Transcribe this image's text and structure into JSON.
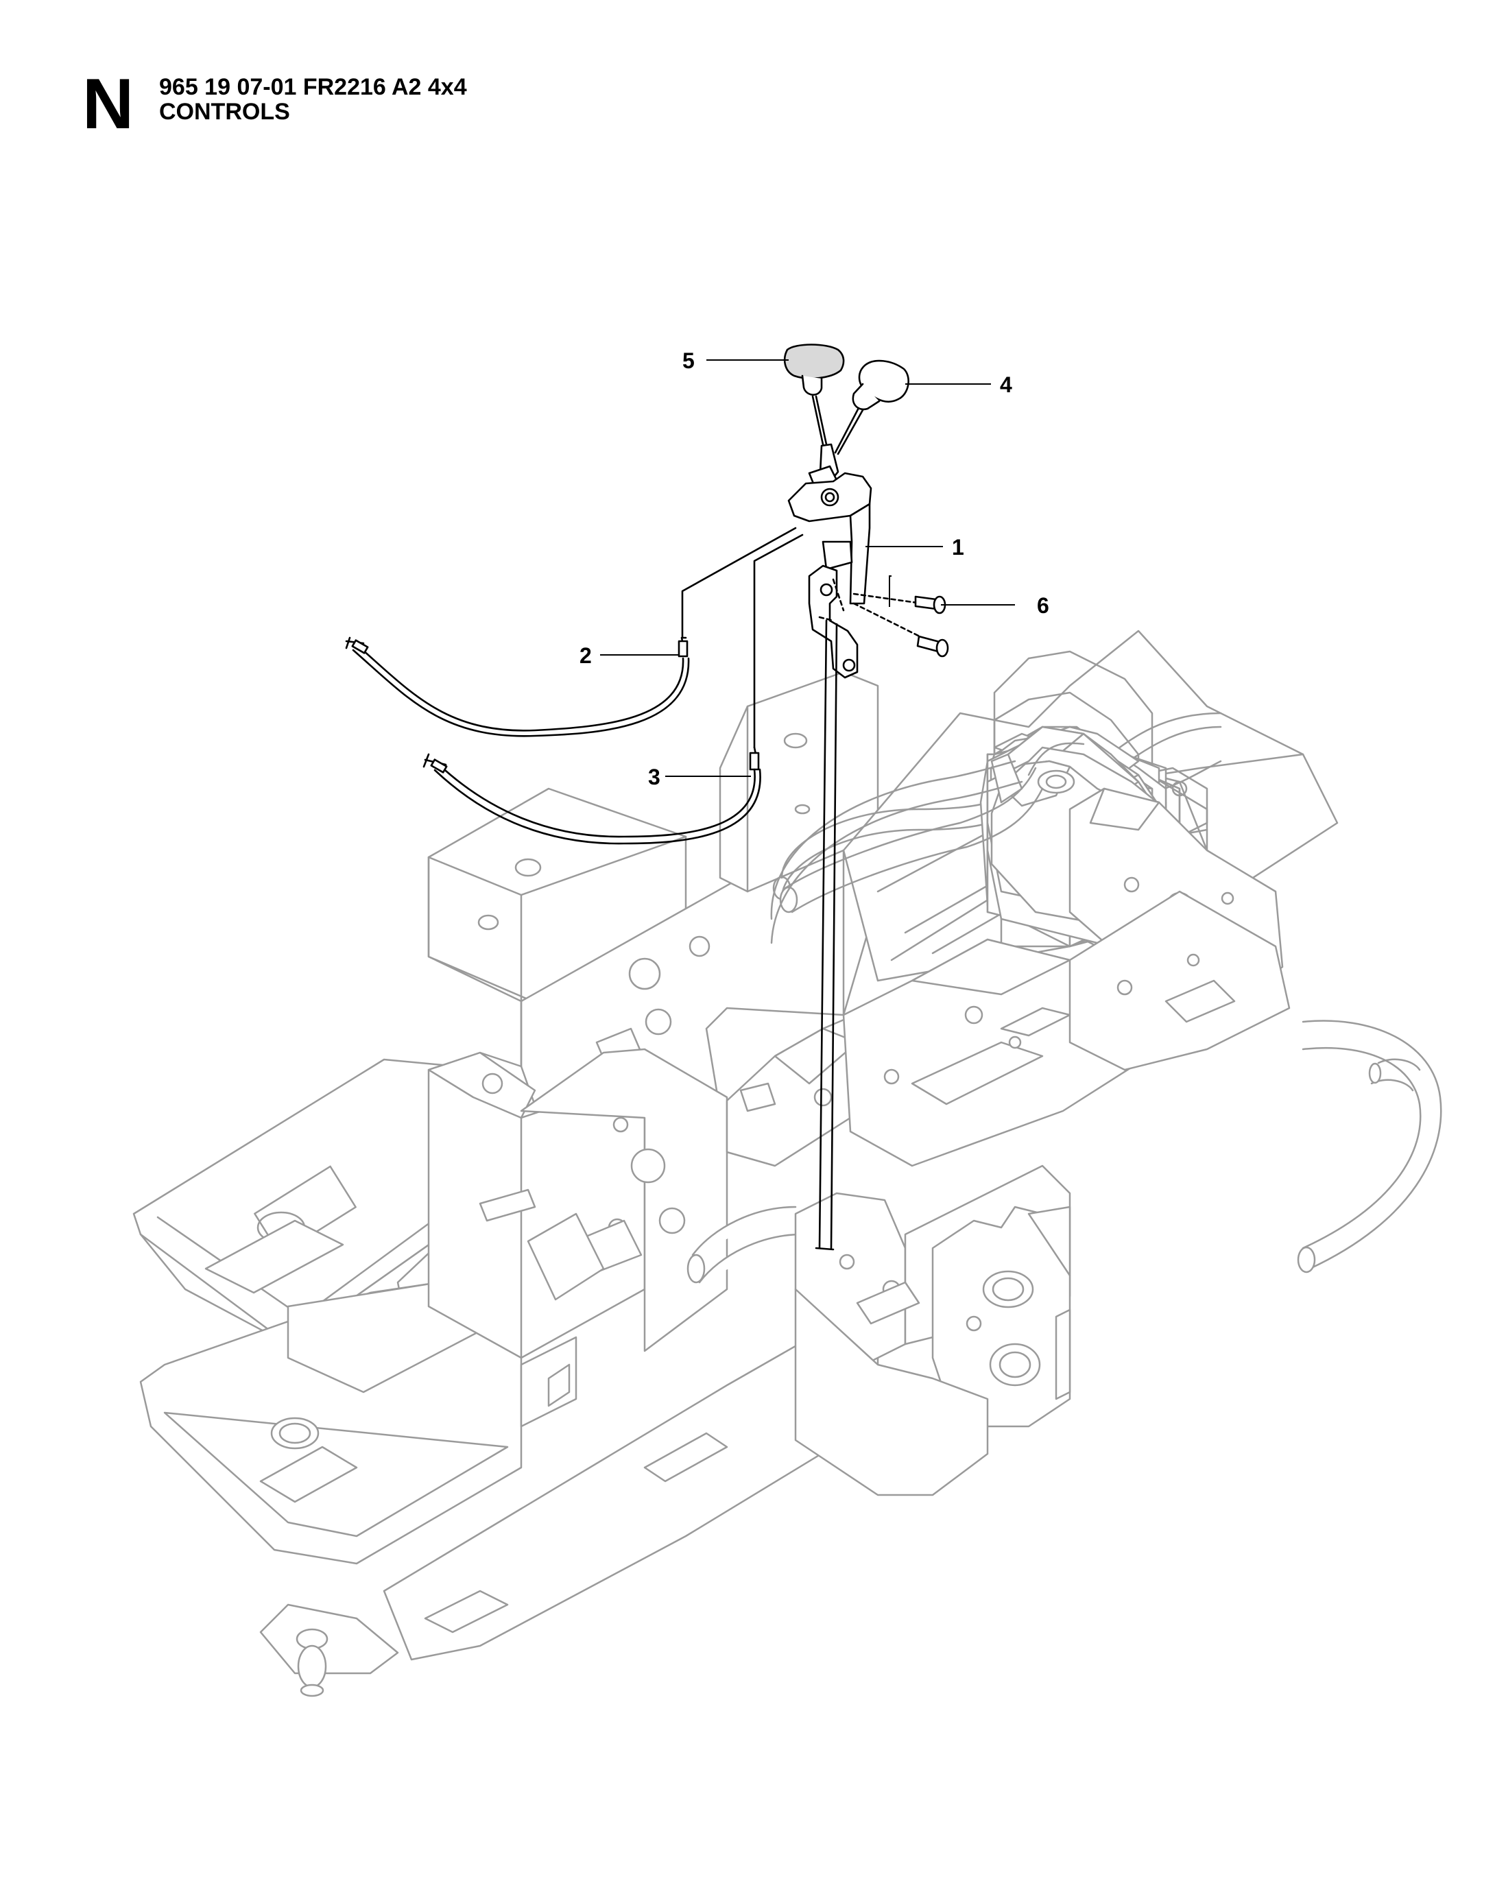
{
  "header": {
    "section_letter": "N",
    "part_line": "965 19 07-01 FR2216 A2 4x4",
    "title": "CONTROLS"
  },
  "callouts": [
    {
      "label": "1",
      "part": "control-bracket"
    },
    {
      "label": "2",
      "part": "cable"
    },
    {
      "label": "3",
      "part": "cable"
    },
    {
      "label": "4",
      "part": "knob"
    },
    {
      "label": "5",
      "part": "knob"
    },
    {
      "label": "6",
      "part": "screw"
    }
  ]
}
